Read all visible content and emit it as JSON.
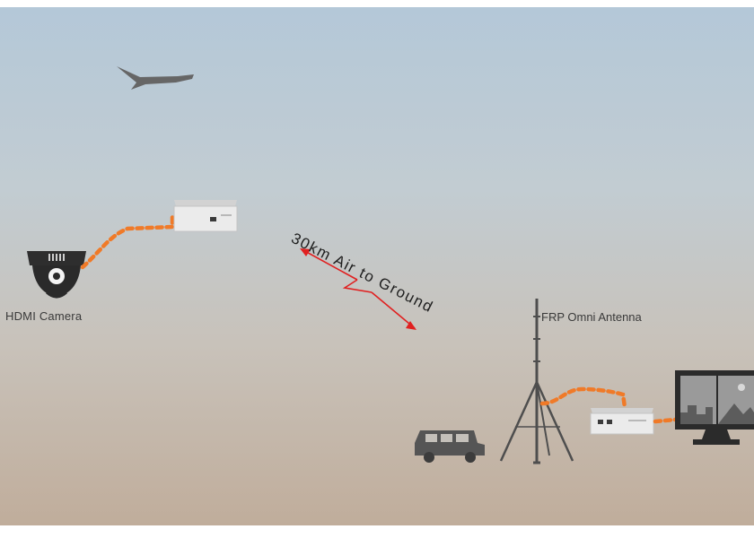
{
  "labels": {
    "camera": "HDMI Camera",
    "antenna": "FRP Omni Antenna",
    "link": "30km Air to Ground"
  },
  "icons": {
    "aircraft": "uav-icon",
    "camera": "dome-camera-icon",
    "transmitter": "transmitter-box-icon",
    "receiver": "receiver-box-icon",
    "antenna": "antenna-tower-icon",
    "vehicle": "vehicle-icon",
    "monitor": "monitor-icon"
  },
  "colors": {
    "cable": "#f07a28",
    "link": "#e02020",
    "device": "#e4e4e4",
    "silhouette": "#555555"
  }
}
